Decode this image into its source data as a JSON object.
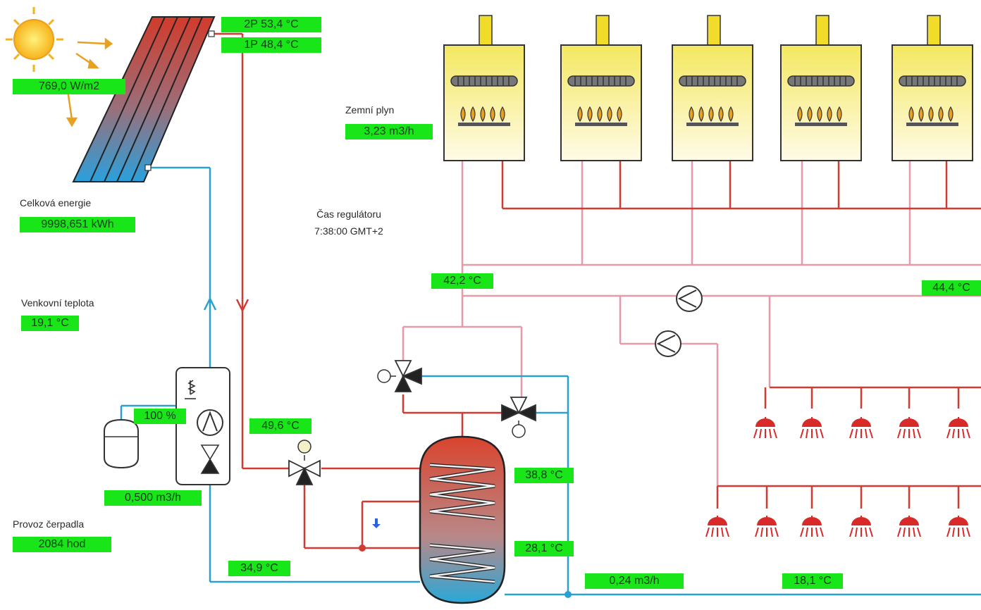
{
  "colors": {
    "hot_pipe": "#d23b32",
    "warm_pipe": "#e89aa8",
    "cold_pipe": "#2aa0d0",
    "value_bg": "#19e619",
    "boiler_body": "#fff3a6",
    "tank_top": "#d9442e",
    "tank_bottom": "#2aa8d8"
  },
  "icons": [
    "sun-icon",
    "solar-collector-icon",
    "gas-boiler-icon",
    "burner-flame-icon",
    "pump-icon",
    "three-way-valve-icon",
    "expansion-vessel-icon",
    "storage-tank-icon",
    "shower-head-icon"
  ],
  "solar": {
    "irradiance": "769,0 W/m2",
    "collector_out_temp": "2P 53,4 °C",
    "collector_in_temp": "1P 48,4 °C"
  },
  "stats": {
    "total_energy_label": "Celková energie",
    "total_energy_value": "9998,651 kWh",
    "outdoor_temp_label": "Venkovní teplota",
    "outdoor_temp_value": "19,1 °C",
    "pump_runtime_label": "Provoz čerpadla",
    "pump_runtime_value": "2084 hod"
  },
  "gas": {
    "label": "Zemní plyn",
    "flow": "3,23 m3/h"
  },
  "controller": {
    "time_label": "Čas regulátoru",
    "time_value": "7:38:00 GMT+2"
  },
  "readouts": {
    "pump_speed": "100 %",
    "solar_flow": "0,500 m3/h",
    "return_temp": "34,9 °C",
    "solar_supply_temp": "49,6 °C",
    "boiler_header_temp": "42,2 °C",
    "circuit_temp": "44,4 °C",
    "tank_top_temp": "38,8 °C",
    "tank_bottom_temp": "28,1 °C",
    "water_flow": "0,24 m3/h",
    "cold_water_temp": "18,1 °C"
  }
}
